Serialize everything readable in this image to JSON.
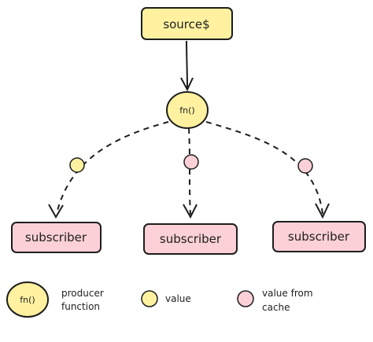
{
  "diagram": {
    "source_label": "source$",
    "producer_label": "fn()",
    "subscribers": [
      {
        "label": "subscriber",
        "value_kind": "value"
      },
      {
        "label": "subscriber",
        "value_kind": "value from cache"
      },
      {
        "label": "subscriber",
        "value_kind": "value from cache"
      }
    ]
  },
  "legend": {
    "producer": {
      "symbol_label": "fn()",
      "line1": "producer",
      "line2": "function"
    },
    "value": {
      "line1": "value"
    },
    "cached": {
      "line1": "value from",
      "line2": "cache"
    }
  },
  "colors": {
    "yellow": "#fff1a0",
    "pink": "#fbd0d6",
    "stroke": "#1e1e1e"
  }
}
